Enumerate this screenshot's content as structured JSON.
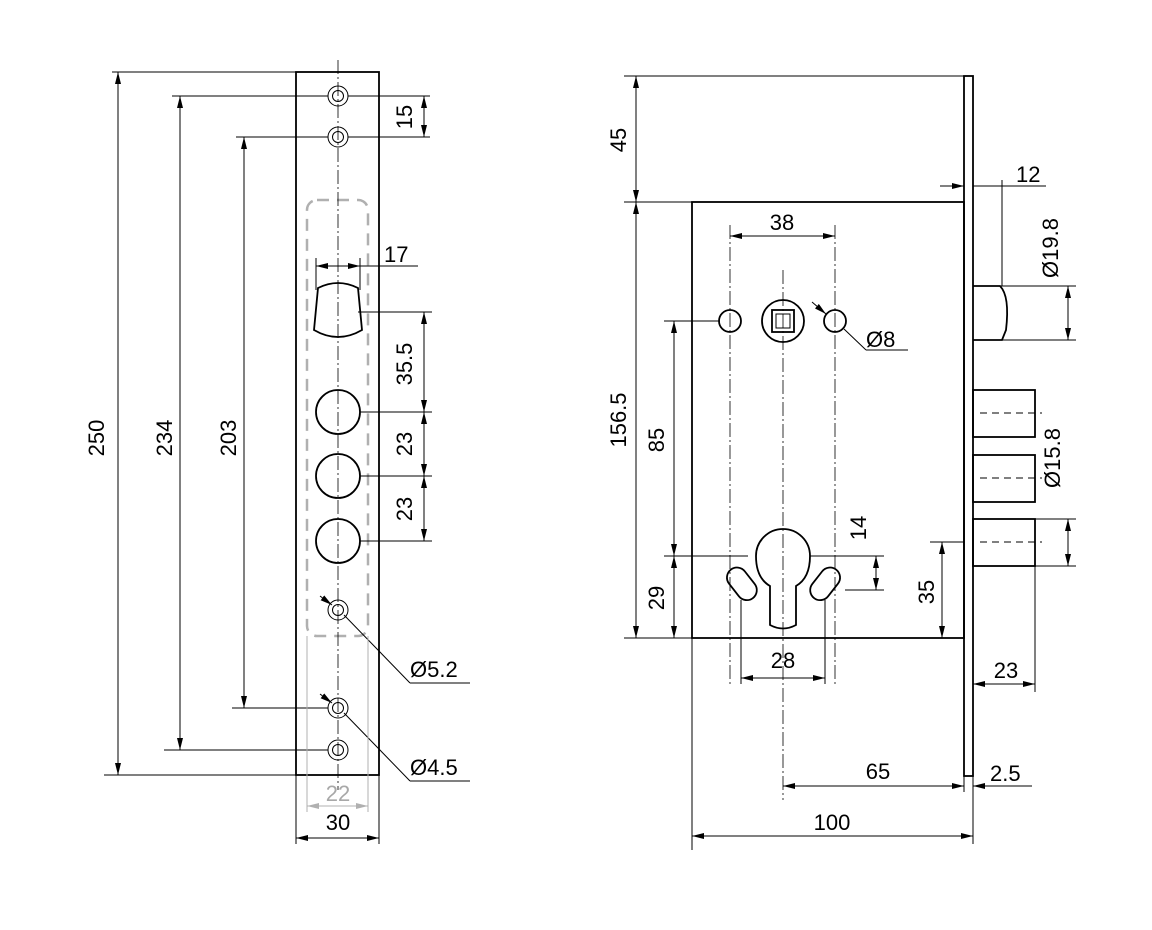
{
  "strike_plate": {
    "height_250": "250",
    "height_234": "234",
    "height_203": "203",
    "spacing_15": "15",
    "width_17": "17",
    "spacing_35_5": "35.5",
    "spacing_23a": "23",
    "spacing_23b": "23",
    "dia_5_2": "Ø5.2",
    "dia_4_5": "Ø4.5",
    "width_22": "22",
    "width_30": "30"
  },
  "lock_body": {
    "top_45": "45",
    "height_156_5": "156.5",
    "spacing_85": "85",
    "bottom_29": "29",
    "spacing_38": "38",
    "dia_8": "Ø8",
    "latch_12": "12",
    "latch_dia_19_8": "Ø19.8",
    "bolt_dia_15_8": "Ø15.8",
    "cyl_14": "14",
    "bolt_35": "35",
    "cyl_28": "28",
    "bolt_23": "23",
    "backset_65": "65",
    "face_2_5": "2.5",
    "width_100": "100"
  }
}
